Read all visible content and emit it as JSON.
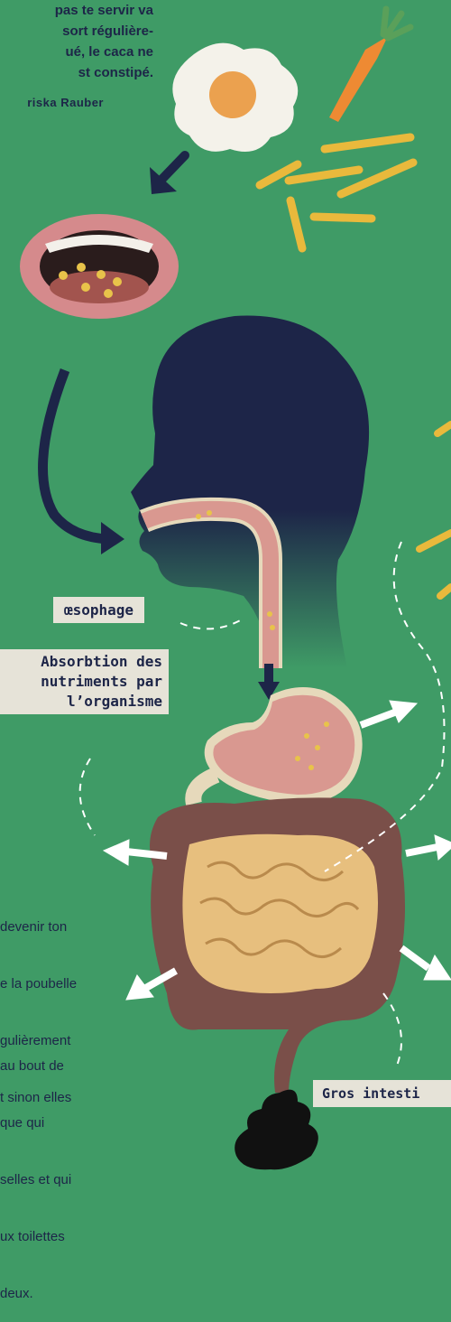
{
  "intro_lines": [
    "pas te servir va",
    "sort régulière-",
    "ué, le caca ne",
    "st constipé."
  ],
  "credit": "riska Rauber",
  "labels": {
    "oesophage": "œsophage",
    "absorption": [
      "Absorbtion des",
      "nutriments par",
      "l’organisme"
    ],
    "gros_intestin": "Gros intesti"
  },
  "side_text_1": [
    "devenir ton",
    "e la poubelle",
    "gulièrement",
    "t sinon elles"
  ],
  "side_text_2": [
    "au bout de",
    "que qui",
    "selles et qui",
    "ux toilettes",
    "deux."
  ],
  "colors": {
    "background": "#3f9b66",
    "silhouette": "#1d2548",
    "stomach": "#d99890",
    "large_intestine": "#7a4f49",
    "small_intestine": "#e7bf7e",
    "arrow_white": "#ffffff"
  }
}
